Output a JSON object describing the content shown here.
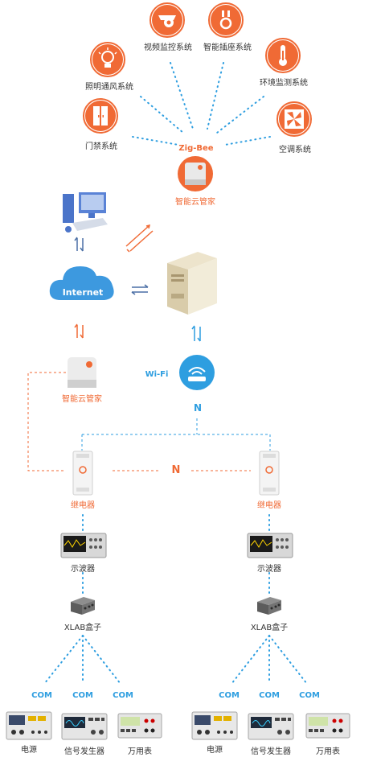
{
  "top_systems": {
    "video": "视频监控系统",
    "socket": "智能插座系统",
    "light": "照明通风系统",
    "env": "环境监测系统",
    "door": "门禁系统",
    "ac": "空调系统"
  },
  "protocol": {
    "zigbee": "Zig-Bee"
  },
  "hub_top": "智能云管家",
  "internet": "Internet",
  "hub_mid": "智能云管家",
  "wifi": "Wi-Fi",
  "n_wifi": "N",
  "n_relay": "N",
  "left_chain": {
    "relay": "继电器",
    "scope": "示波器",
    "xlab": "XLAB盒子",
    "com": [
      "COM",
      "COM",
      "COM"
    ],
    "devices": [
      "电源",
      "信号发生器",
      "万用表"
    ]
  },
  "right_chain": {
    "relay": "继电器",
    "scope": "示波器",
    "xlab": "XLAB盒子",
    "com": [
      "COM",
      "COM",
      "COM"
    ],
    "devices": [
      "电源",
      "信号发生器",
      "万用表"
    ]
  },
  "colors": {
    "accent_orange": "#f06a35",
    "accent_blue": "#2e9ee0",
    "link_blue": "#4a6fa5"
  }
}
